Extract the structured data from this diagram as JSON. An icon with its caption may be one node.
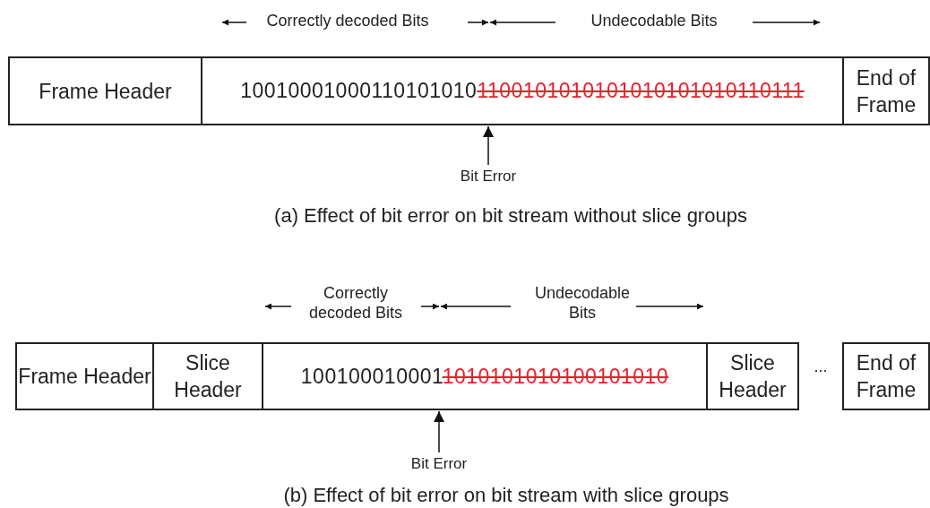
{
  "diagram": {
    "nodes": [
      {
        "text": [
          "Frame Header"
        ]
      },
      {
        "text": [
          "10010001000110101010",
          "1100101010101010101010110111"
        ]
      },
      {
        "text": [
          "End of Frame"
        ]
      },
      {
        "text": [
          "Bit Error"
        ]
      },
      {
        "text": [
          "Frame Header"
        ]
      },
      {
        "text": [
          "Slice Header"
        ]
      },
      {
        "text": [
          "100100010001",
          "1010101010100101010"
        ]
      },
      {
        "text": [
          "Slice Header"
        ]
      },
      {
        "text": [
          "End of Frame"
        ]
      },
      {
        "text": [
          "Bit Error"
        ]
      }
    ],
    "edges": [
      {
        "from": 3,
        "to": 1,
        "arrow": "to"
      },
      {
        "from": 9,
        "to": 6,
        "arrow": "to"
      }
    ],
    "labels": [
      "Correctly decoded Bits",
      "Undecodable Bits",
      "(a) Effect of bit error on bit stream without slice groups",
      "Correctly decoded Bits",
      "Undecodable Bits",
      "...",
      "(b) Effect of bit error on bit stream with slice groups"
    ]
  }
}
